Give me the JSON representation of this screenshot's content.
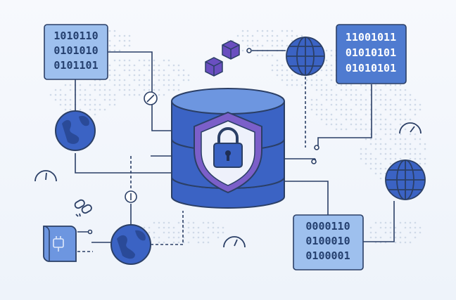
{
  "illustration": {
    "binary_top_left": [
      "1010110",
      "0101010",
      "0101101"
    ],
    "binary_top_right": [
      "11001011",
      "01010101",
      "01010101"
    ],
    "binary_bottom_right": [
      "0000110",
      "0100010",
      "0100001"
    ],
    "colors": {
      "background": "#f5f8fc",
      "primary_blue": "#3b63c4",
      "dark_blue": "#27447f",
      "light_blue": "#8eb3e8",
      "shield_purple": "#7b5fc9",
      "outline": "#2b3f66"
    },
    "icons": [
      "database-icon",
      "shield-lock-icon",
      "globe-icon",
      "cube-icon",
      "gauge-icon",
      "chain-link-icon",
      "plug-icon",
      "world-map-dots"
    ]
  }
}
